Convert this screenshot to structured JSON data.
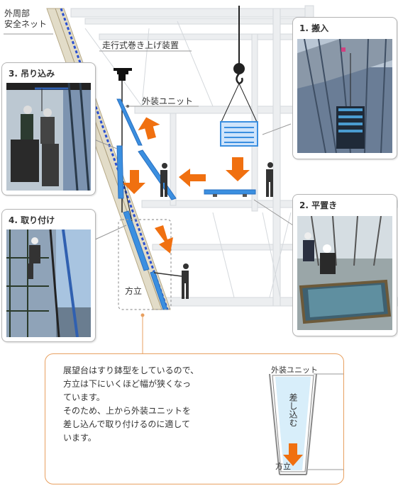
{
  "labels": {
    "safety_net": "外周部\n安全ネット",
    "hoist": "走行式巻き上げ装置",
    "exterior_unit": "外装ユニット",
    "mullion": "方立"
  },
  "steps": [
    {
      "title": "1. 搬入"
    },
    {
      "title": "2. 平置き"
    },
    {
      "title": "3. 吊り込み"
    },
    {
      "title": "4. 取り付け"
    }
  ],
  "note": {
    "text": "展望台はすり鉢型をしているので、\n方立は下にいくほど幅が狭くなっ\nています。\nそのため、上から外装ユニットを\n差し込んで取り付けるのに適して\nいます。",
    "inset_unit_label": "外装ユニット",
    "inset_insert_label": "差し込む",
    "inset_mullion_label": "方立"
  },
  "colors": {
    "accent_orange": "#f07010",
    "unit_blue": "#3b8fe0",
    "net_blue": "#2a50d0",
    "frame_gray": "#e6e8ea"
  }
}
